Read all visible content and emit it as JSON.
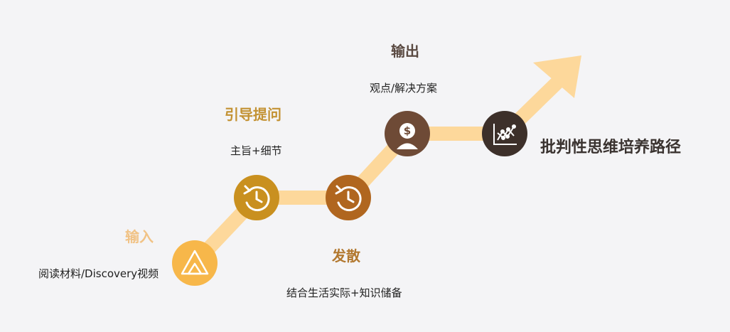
{
  "steps": [
    {
      "title": "输入",
      "subtitle": "阅读材料/Discovery视频",
      "icon": "triangle-icon",
      "color": "#f7b74a"
    },
    {
      "title": "引导提问",
      "subtitle": "主旨+细节",
      "icon": "clock-icon",
      "color": "#c9901f"
    },
    {
      "title": "发散",
      "subtitle": "结合生活实际+知识储备",
      "icon": "clock-icon",
      "color": "#b0661f"
    },
    {
      "title": "输出",
      "subtitle": "观点/解决方案",
      "icon": "dollar-person-icon",
      "color": "#6e4a36"
    },
    {
      "title": "",
      "subtitle": "",
      "icon": "line-chart-icon",
      "color": "#3d302a"
    }
  ],
  "path_label": "批判性思维培养路径",
  "colors": {
    "track": "#fdd89b",
    "heading_input": "#f1c386",
    "heading_question": "#c39233",
    "heading_diverge": "#b2782f",
    "heading_output": "#5a4a42"
  }
}
